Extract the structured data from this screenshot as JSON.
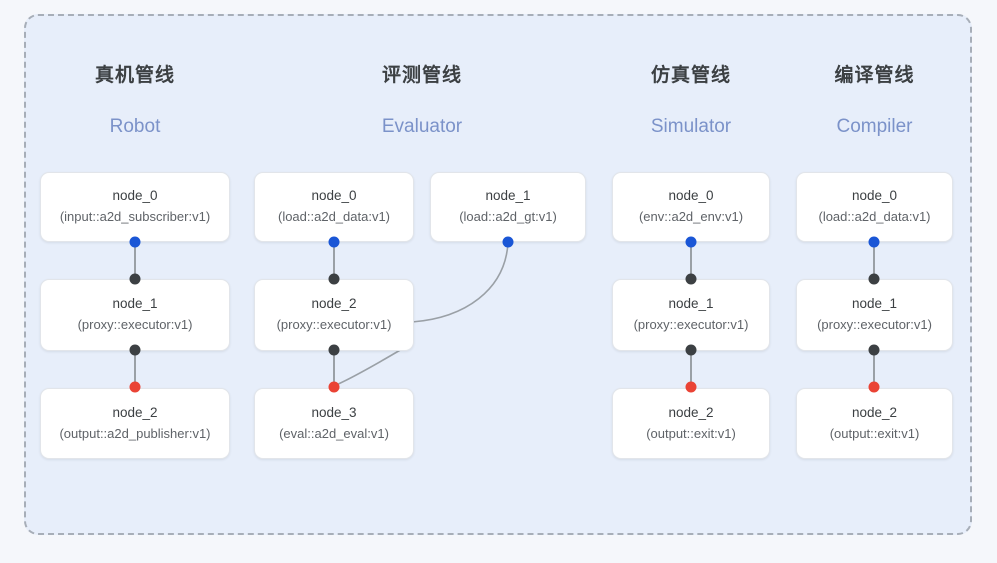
{
  "panel": {
    "background_color": "#e7eefa",
    "border_color": "#a7aeb8",
    "border_style": "dashed"
  },
  "palette": {
    "input_port": "#1a56d6",
    "proxy_port": "#3c4043",
    "output_port": "#ea4335",
    "edge": "#9aa0a6",
    "header_cn": "#3c4043",
    "header_en": "#7b92c9"
  },
  "columns": [
    {
      "id": "robot",
      "title_cn": "真机管线",
      "title_en": "Robot",
      "nodes": [
        {
          "name": "node_0",
          "spec": "(input::a2d_subscriber:v1)",
          "in_port": null,
          "out_port": "blue"
        },
        {
          "name": "node_1",
          "spec": "(proxy::executor:v1)",
          "in_port": "black",
          "out_port": "black"
        },
        {
          "name": "node_2",
          "spec": "(output::a2d_publisher:v1)",
          "in_port": "red",
          "out_port": null
        }
      ]
    },
    {
      "id": "evaluator",
      "title_cn": "评测管线",
      "title_en": "Evaluator",
      "nodes": [
        {
          "name": "node_0",
          "spec": "(load::a2d_data:v1)",
          "in_port": null,
          "out_port": "blue"
        },
        {
          "name": "node_2",
          "spec": "(proxy::executor:v1)",
          "in_port": "black",
          "out_port": "black"
        },
        {
          "name": "node_3",
          "spec": "(eval::a2d_eval:v1)",
          "in_port": "red",
          "out_port": null
        }
      ],
      "side_nodes": [
        {
          "name": "node_1",
          "spec": "(load::a2d_gt:v1)",
          "in_port": null,
          "out_port": "blue"
        }
      ]
    },
    {
      "id": "simulator",
      "title_cn": "仿真管线",
      "title_en": "Simulator",
      "nodes": [
        {
          "name": "node_0",
          "spec": "(env::a2d_env:v1)",
          "in_port": null,
          "out_port": "blue"
        },
        {
          "name": "node_1",
          "spec": "(proxy::executor:v1)",
          "in_port": "black",
          "out_port": "black"
        },
        {
          "name": "node_2",
          "spec": "(output::exit:v1)",
          "in_port": "red",
          "out_port": null
        }
      ]
    },
    {
      "id": "compiler",
      "title_cn": "编译管线",
      "title_en": "Compiler",
      "nodes": [
        {
          "name": "node_0",
          "spec": "(load::a2d_data:v1)",
          "in_port": null,
          "out_port": "blue"
        },
        {
          "name": "node_1",
          "spec": "(proxy::executor:v1)",
          "in_port": "black",
          "out_port": "black"
        },
        {
          "name": "node_2",
          "spec": "(output::exit:v1)",
          "in_port": "red",
          "out_port": null
        }
      ]
    }
  ]
}
